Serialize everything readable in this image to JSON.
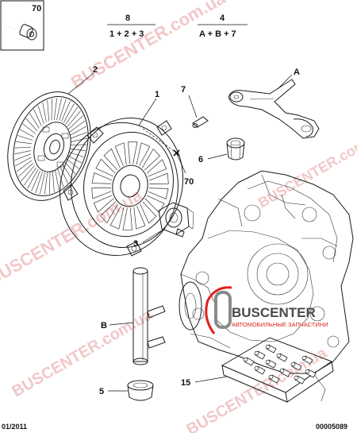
{
  "callouts": {
    "c70_box": "70",
    "c8": "8",
    "c8_formula": "1 + 2 + 3",
    "c4": "4",
    "c4_formula": "A + B + 7",
    "c2": "2",
    "c1": "1",
    "c7": "7",
    "cA": "A",
    "c6": "6",
    "c70": "70",
    "c3": "3",
    "cB": "B",
    "c5": "5",
    "c15": "15"
  },
  "footer": {
    "date": "01/2011",
    "ref": "00005089"
  },
  "watermark": {
    "brand": "BUSCENTER",
    "url_text": "BUSCENTER.com.ua",
    "subtitle": "АВТОМОБИЛЬНЫЕ ЗАПЧАСТИНИ",
    "color": "#e0201c"
  }
}
